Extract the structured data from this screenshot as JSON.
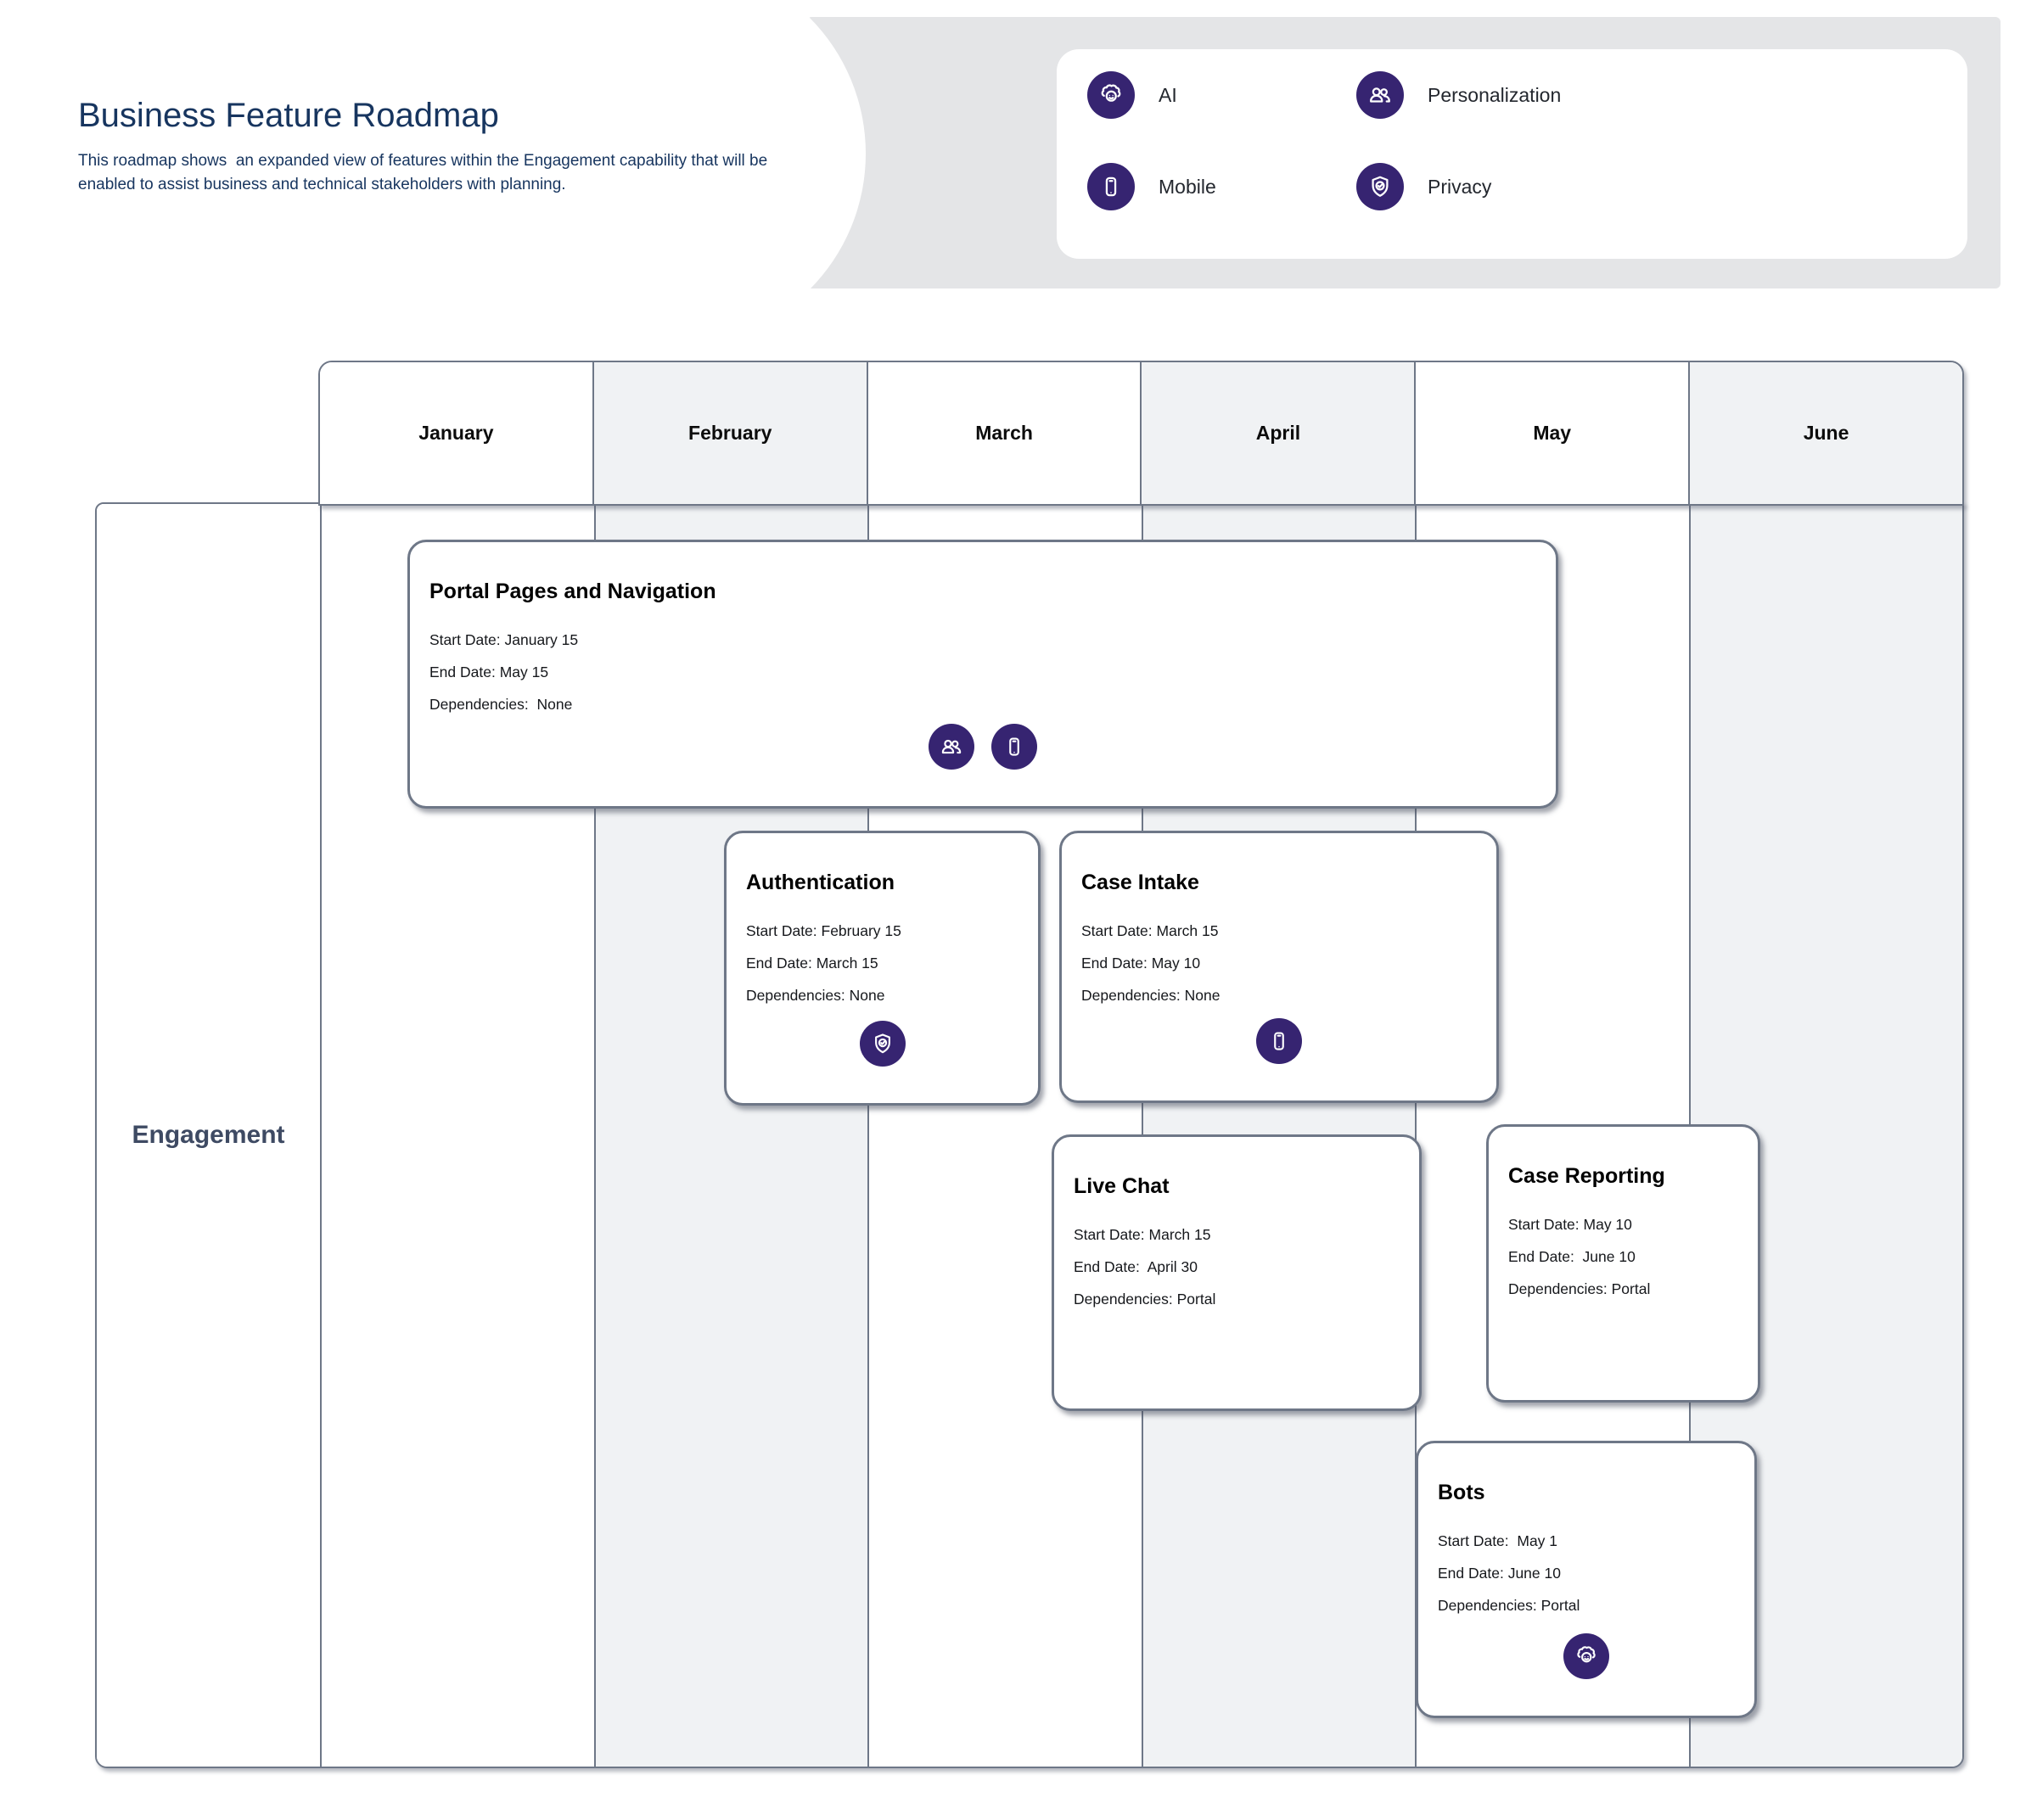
{
  "header": {
    "title": "Business Feature Roadmap",
    "subtitle": [
      "This roadmap shows  an expanded view of features within the Engagement capability that will be",
      "enabled to assist business and technical stakeholders with planning."
    ]
  },
  "legend": {
    "items": [
      {
        "label": "AI",
        "icon": "ai-icon"
      },
      {
        "label": "Personalization",
        "icon": "personalization-icon"
      },
      {
        "label": "Mobile",
        "icon": "mobile-icon"
      },
      {
        "label": "Privacy",
        "icon": "privacy-icon"
      }
    ]
  },
  "timeline": {
    "months": [
      "January",
      "February",
      "March",
      "April",
      "May",
      "June"
    ],
    "row_label": "Engagement"
  },
  "features": [
    {
      "title": "Portal Pages and Navigation",
      "start": "Start Date: January 15",
      "end": "End Date: May 15",
      "deps": "Dependencies:  None",
      "icons": [
        "personalization",
        "mobile"
      ]
    },
    {
      "title": "Authentication",
      "start": "Start Date: February 15",
      "end": "End Date: March 15",
      "deps": "Dependencies: None",
      "icons": [
        "privacy"
      ]
    },
    {
      "title": "Case Intake",
      "start": "Start Date: March 15",
      "end": "End Date: May 10",
      "deps": "Dependencies: None",
      "icons": [
        "mobile"
      ]
    },
    {
      "title": "Live Chat",
      "start": "Start Date: March 15",
      "end": "End Date:  April 30",
      "deps": "Dependencies: Portal",
      "icons": []
    },
    {
      "title": "Case Reporting",
      "start": "Start Date: May 10",
      "end": "End Date:  June 10",
      "deps": "Dependencies: Portal",
      "icons": []
    },
    {
      "title": "Bots",
      "start": "Start Date:  May 1",
      "end": "End Date: June 10",
      "deps": "Dependencies: Portal",
      "icons": [
        "ai"
      ]
    }
  ],
  "colors": {
    "accent_purple": "#362471",
    "title_navy": "#17355f",
    "grid_line": "#6e7787",
    "alt_column": "#f0f2f4",
    "band_gray": "#e4e5e7"
  }
}
